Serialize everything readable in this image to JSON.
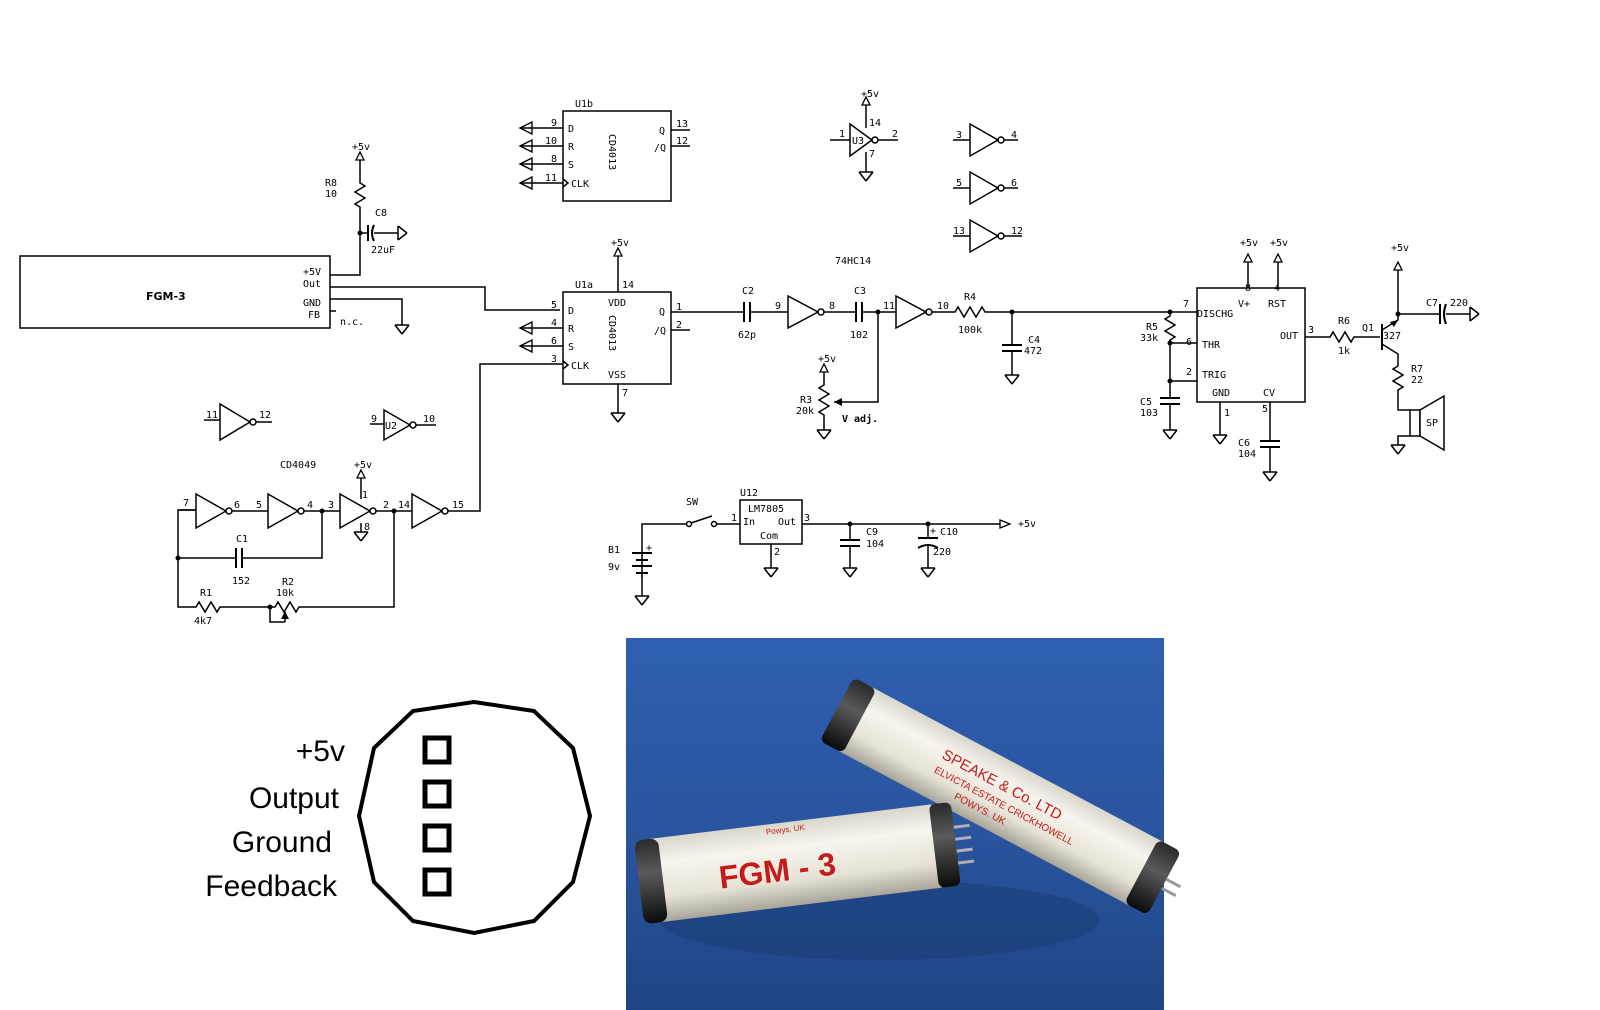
{
  "fgm3_block": {
    "name": "FGM-3",
    "pins": [
      "+5V",
      "Out",
      "GND",
      "FB"
    ],
    "nc_label": "n.c."
  },
  "rails": {
    "vcc": "+5v"
  },
  "u1b": {
    "ref": "U1b",
    "part": "CD4013",
    "pins": {
      "d": "D",
      "r": "R",
      "s": "S",
      "clk": "CLK",
      "q": "Q",
      "qn": "/Q"
    },
    "pin_numbers": {
      "d": "9",
      "r": "10",
      "s": "8",
      "clk": "11",
      "q": "13",
      "qn": "12"
    }
  },
  "u1a": {
    "ref": "U1a",
    "part": "CD4013",
    "pins": {
      "d": "D",
      "r": "R",
      "s": "S",
      "clk": "CLK",
      "q": "Q",
      "qn": "/Q",
      "vdd": "VDD",
      "vss": "VSS"
    },
    "pin_numbers": {
      "d": "5",
      "r": "4",
      "s": "6",
      "clk": "3",
      "q": "1",
      "qn": "2",
      "vdd": "14",
      "vss": "7"
    }
  },
  "u3": {
    "ref": "U3",
    "part": "74HC14",
    "pins_in": "1",
    "pins_out": "2",
    "vcc": "14",
    "gnd": "7"
  },
  "spare_inverters": [
    {
      "in": "3",
      "out": "4"
    },
    {
      "in": "5",
      "out": "6"
    },
    {
      "in": "13",
      "out": "12"
    }
  ],
  "u2": {
    "ref": "U2",
    "in": "9",
    "out": "10",
    "part": "CD4049"
  },
  "u2_spare": {
    "in": "11",
    "out": "12"
  },
  "osc_chain": {
    "inv1": [
      "7",
      "6"
    ],
    "inv2": [
      "5",
      "4"
    ],
    "inv3": [
      "3",
      "2"
    ],
    "inv4": [
      "14",
      "15"
    ],
    "vcc_pin": "1",
    "gnd_pin": "8"
  },
  "components": {
    "r8": {
      "ref": "R8",
      "value": "10"
    },
    "c8": {
      "ref": "C8",
      "value": "22uF"
    },
    "c1": {
      "ref": "C1",
      "value": "152"
    },
    "r1": {
      "ref": "R1",
      "value": "4k7"
    },
    "r2": {
      "ref": "R2",
      "value": "10k"
    },
    "c2": {
      "ref": "C2",
      "value": "62p"
    },
    "c3": {
      "ref": "C3",
      "value": "102"
    },
    "r3": {
      "ref": "R3",
      "value": "20k",
      "note": "V adj."
    },
    "r4": {
      "ref": "R4",
      "value": "100k"
    },
    "c4": {
      "ref": "C4",
      "value": "472"
    },
    "r5": {
      "ref": "R5",
      "value": "33k"
    },
    "c5": {
      "ref": "C5",
      "value": "103"
    },
    "c6": {
      "ref": "C6",
      "value": "104"
    },
    "r6": {
      "ref": "R6",
      "value": "1k"
    },
    "q1": {
      "ref": "Q1",
      "value": "327"
    },
    "r7": {
      "ref": "R7",
      "value": "22"
    },
    "c7": {
      "ref": "C7",
      "value": "220"
    },
    "sp": {
      "ref": "SP"
    },
    "c9": {
      "ref": "C9",
      "value": "104"
    },
    "c10": {
      "ref": "C10",
      "value": "220"
    },
    "b1": {
      "ref": "B1",
      "value": "9v"
    },
    "sw": {
      "ref": "SW"
    }
  },
  "inv_pins": {
    "a_in": "9",
    "a_out": "8",
    "b_in": "11",
    "b_out": "10"
  },
  "timer": {
    "pins": {
      "dischg": "DISCHG",
      "thr": "THR",
      "trig": "TRIG",
      "gnd": "GND",
      "vplus": "V+",
      "rst": "RST",
      "out": "OUT",
      "cv": "CV"
    },
    "pin_numbers": {
      "dischg": "7",
      "thr": "6",
      "trig": "2",
      "gnd": "1",
      "vplus": "8",
      "rst": "4",
      "out": "3",
      "cv": "5"
    }
  },
  "regulator": {
    "ref": "U12",
    "part": "LM7805",
    "in": "In",
    "out": "Out",
    "com": "Com",
    "pin_in": "1",
    "pin_out": "3",
    "pin_com": "2"
  },
  "pinout": {
    "labels": [
      "+5v",
      "Output",
      "Ground",
      "Feedback"
    ]
  },
  "photo": {
    "tube_label": "FGM - 3",
    "maker_line1": "SPEAKE & Co. LTD",
    "maker_line2": "ELVICTA ESTATE CRICKHOWELL",
    "maker_line3": "POWYS. UK",
    "back_line": "Powys, UK",
    "bg_color": "#2d5aa6"
  }
}
